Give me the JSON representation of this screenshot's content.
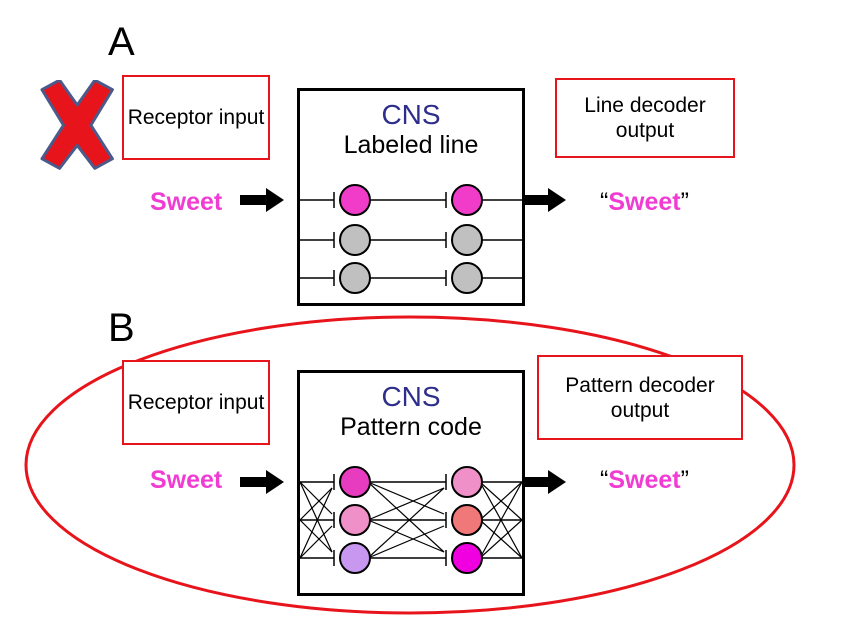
{
  "panels": [
    {
      "letter": "A",
      "input_box": "Receptor input",
      "input_label": "Sweet",
      "cns_title": "CNS",
      "cns_subtitle": "Labeled line",
      "output_box": "Line decoder output",
      "output_label": "Sweet",
      "rejected": true,
      "layer1_colors": [
        "#f03cc8",
        "#c0c0c0",
        "#c0c0c0"
      ],
      "layer2_colors": [
        "#f03cc8",
        "#c0c0c0",
        "#c0c0c0"
      ]
    },
    {
      "letter": "B",
      "input_box": "Receptor input",
      "input_label": "Sweet",
      "cns_title": "CNS",
      "cns_subtitle": "Pattern code",
      "output_box": "Pattern decoder output",
      "output_label": "Sweet",
      "highlighted": true,
      "layer1_colors": [
        "#e83cc0",
        "#f090c8",
        "#c898f0"
      ],
      "layer2_colors": [
        "#f090c8",
        "#f07878",
        "#f000e0"
      ]
    }
  ],
  "colors": {
    "accent_red": "#e8141b",
    "sweet_magenta": "#f03cd2",
    "cns_blue": "#2e2e8c"
  },
  "quote_open": "“",
  "quote_close": "”"
}
